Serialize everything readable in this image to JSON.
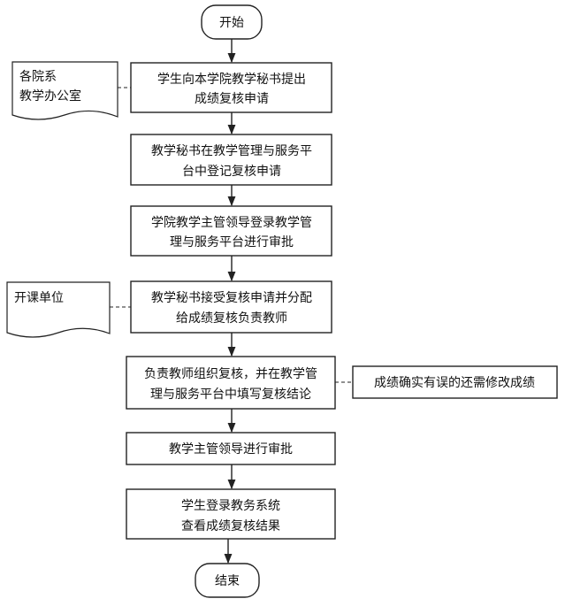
{
  "terminals": {
    "start": "开始",
    "end": "结束"
  },
  "steps": [
    {
      "line1": "学生向本学院教学秘书提出",
      "line2": "成绩复核申请"
    },
    {
      "line1": "教学秘书在教学管理与服务平",
      "line2": "台中登记复核申请"
    },
    {
      "line1": "学院教学主管领导登录教学管",
      "line2": "理与服务平台进行审批"
    },
    {
      "line1": "教学秘书接受复核申请并分配",
      "line2": "给成绩复核负责教师"
    },
    {
      "line1": "负责教师组织复核，并在教学管",
      "line2": "理与服务平台中填写复核结论"
    },
    {
      "line1": "教学主管领导进行审批"
    },
    {
      "line1": "学生登录教务系统",
      "line2": "查看成绩复核结果"
    }
  ],
  "annotations": {
    "department_office": {
      "line1": "各院系",
      "line2": "教学办公室"
    },
    "course_unit": {
      "line1": "开课单位"
    },
    "note": "成绩确实有误的还需修改成绩"
  }
}
